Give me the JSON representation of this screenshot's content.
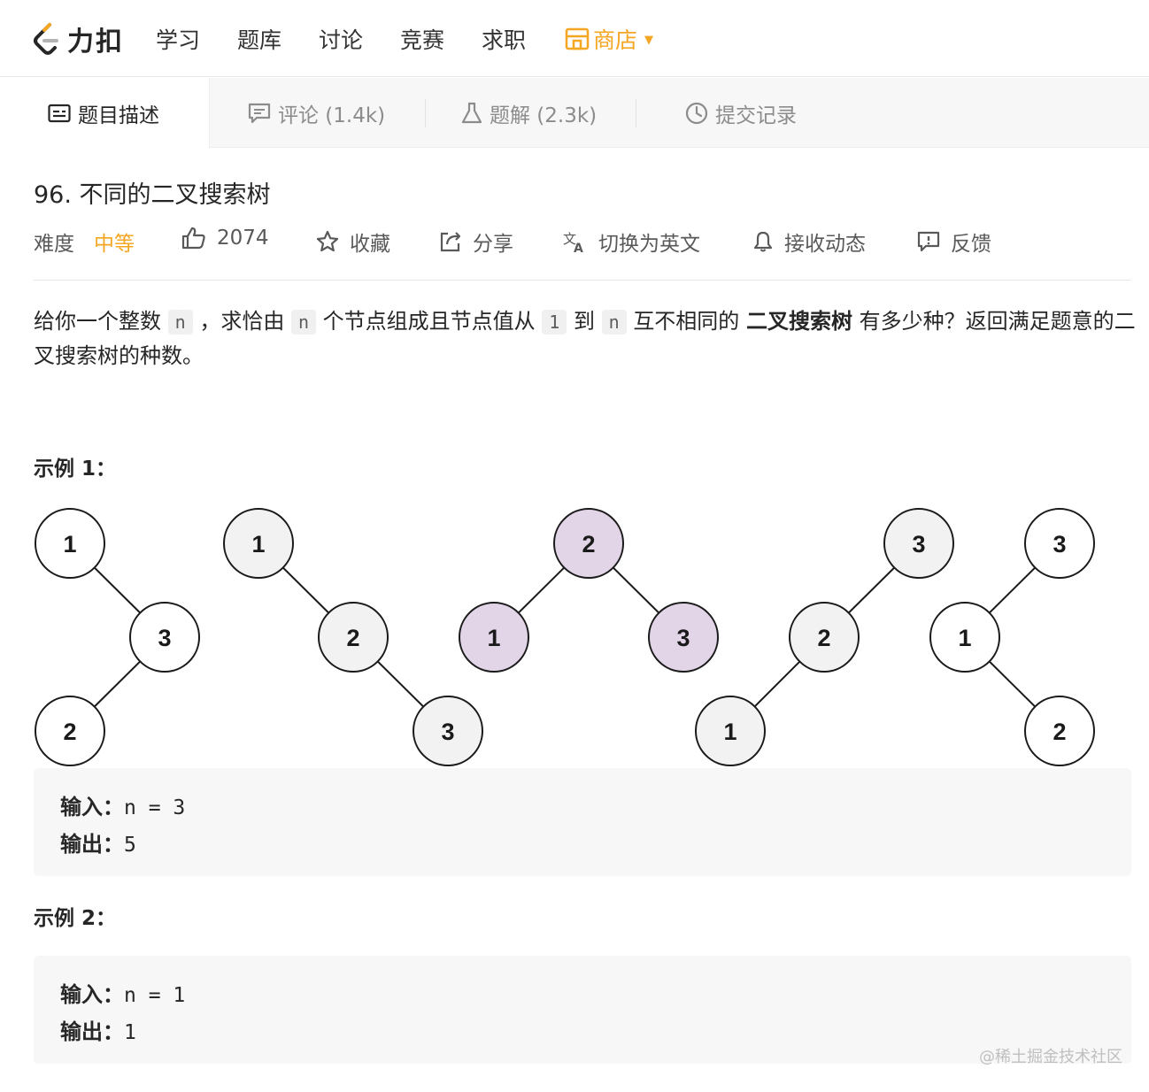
{
  "nav": {
    "logo_text": "力扣",
    "items": [
      "学习",
      "题库",
      "讨论",
      "竞赛",
      "求职"
    ],
    "store": "商店",
    "accent_color": "#f5a623"
  },
  "tabs": [
    {
      "label": "题目描述",
      "icon": "description-icon"
    },
    {
      "label": "评论 (1.4k)",
      "icon": "comment-icon"
    },
    {
      "label": "题解 (2.3k)",
      "icon": "flask-icon"
    },
    {
      "label": "提交记录",
      "icon": "clock-icon"
    }
  ],
  "problem": {
    "title": "96. 不同的二叉搜索树",
    "difficulty_label": "难度",
    "difficulty": "中等",
    "likes": "2074",
    "favorite": "收藏",
    "share": "分享",
    "switch_lang": "切换为英文",
    "subscribe": "接收动态",
    "feedback": "反馈"
  },
  "description": {
    "p1": "给你一个整数",
    "c1": "n",
    "p2": "，求恰由",
    "c2": "n",
    "p3": "个节点组成且节点值从",
    "c3": "1",
    "p4": "到",
    "c4": "n",
    "p5": "互不相同的",
    "strong": "二叉搜索树",
    "p6": "有多少种？返回满足题意的二叉搜索树的种数。"
  },
  "example1": {
    "title": "示例 1：",
    "input_label": "输入：",
    "input_value": "n = 3",
    "output_label": "输出：",
    "output_value": "5"
  },
  "example2": {
    "title": "示例 2：",
    "input_label": "输入：",
    "input_value": "n = 1",
    "output_label": "输出：",
    "output_value": "1"
  },
  "trees": [
    {
      "nodes": [
        "1",
        "3",
        "2"
      ],
      "fill": "#ffffff"
    },
    {
      "nodes": [
        "1",
        "2",
        "3"
      ],
      "fill": "#f2f2f2"
    },
    {
      "nodes": [
        "2",
        "1",
        "3"
      ],
      "fill": "#e1d5e7"
    },
    {
      "nodes": [
        "3",
        "2",
        "1"
      ],
      "fill": "#f2f2f2"
    },
    {
      "nodes": [
        "3",
        "1",
        "2"
      ],
      "fill": "#ffffff"
    }
  ],
  "watermark": "@稀土掘金技术社区"
}
